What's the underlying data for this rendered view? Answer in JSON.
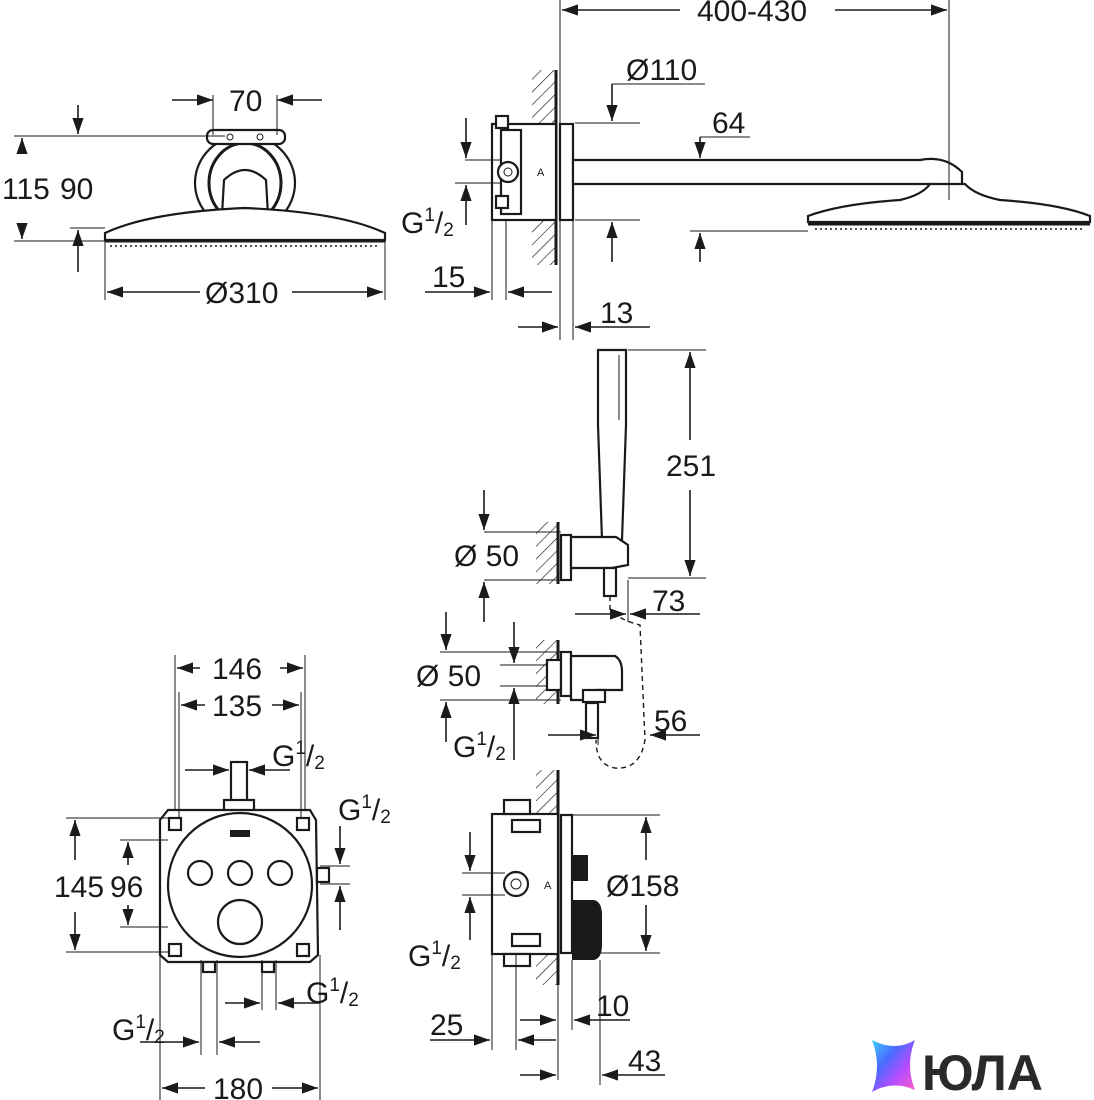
{
  "dimensions": {
    "top_total_length": "400-430",
    "head_diameter": "Ø310",
    "head_arm_width": "70",
    "head_total_height": "115",
    "head_arm_height": "90",
    "arm_diameter": "Ø110",
    "arm_height": "64",
    "thread_left": "G",
    "thread_sup": "1",
    "thread_sub": "2",
    "wall_offset_15": "15",
    "plate_thickness_13": "13",
    "handshower_height": "251",
    "holder_diameter": "Ø 50",
    "holder_length_73": "73",
    "outlet_diameter": "Ø 50",
    "outlet_depth_56": "56",
    "plate_146": "146",
    "plate_135": "135",
    "plate_145": "145",
    "plate_96": "96",
    "plate_180": "180",
    "valve_diameter": "Ø158",
    "valve_depth_25": "25",
    "valve_10": "10",
    "valve_43": "43"
  },
  "brand": {
    "name": "ЮЛА"
  }
}
